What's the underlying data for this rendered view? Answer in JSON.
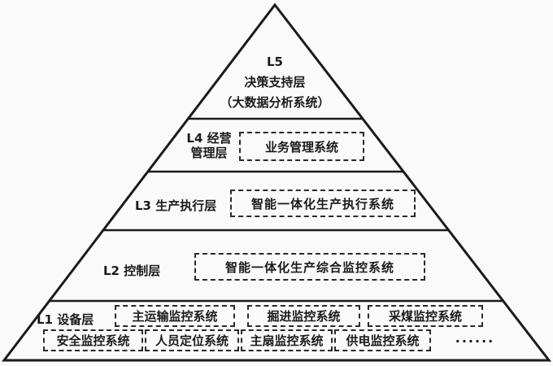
{
  "diagram": {
    "type": "pyramid-hierarchy",
    "colors": {
      "line": "#1b1b1b",
      "text": "#1b1b1b",
      "background": "#fafafa",
      "dashed_border": "#2a2a2a"
    },
    "l5": {
      "line1": "L5",
      "line2": "决策支持层",
      "line3": "（大数据分析系统）"
    },
    "l4": {
      "label_line1": "L4 经营",
      "label_line2": "管理层",
      "system": "业务管理系统"
    },
    "l3": {
      "label": "L3 生产执行层",
      "system": "智能一体化生产执行系统"
    },
    "l2": {
      "label": "L2 控制层",
      "system": "智能一体化生产综合监控系统"
    },
    "l1": {
      "label": "L1 设备层",
      "systems_row1": [
        "主运输监控系统",
        "掘进监控系统",
        "采煤监控系统"
      ],
      "systems_row2": [
        "安全监控系统",
        "人员定位系统",
        "主扇监控系统",
        "供电监控系统"
      ],
      "more": "......"
    }
  }
}
